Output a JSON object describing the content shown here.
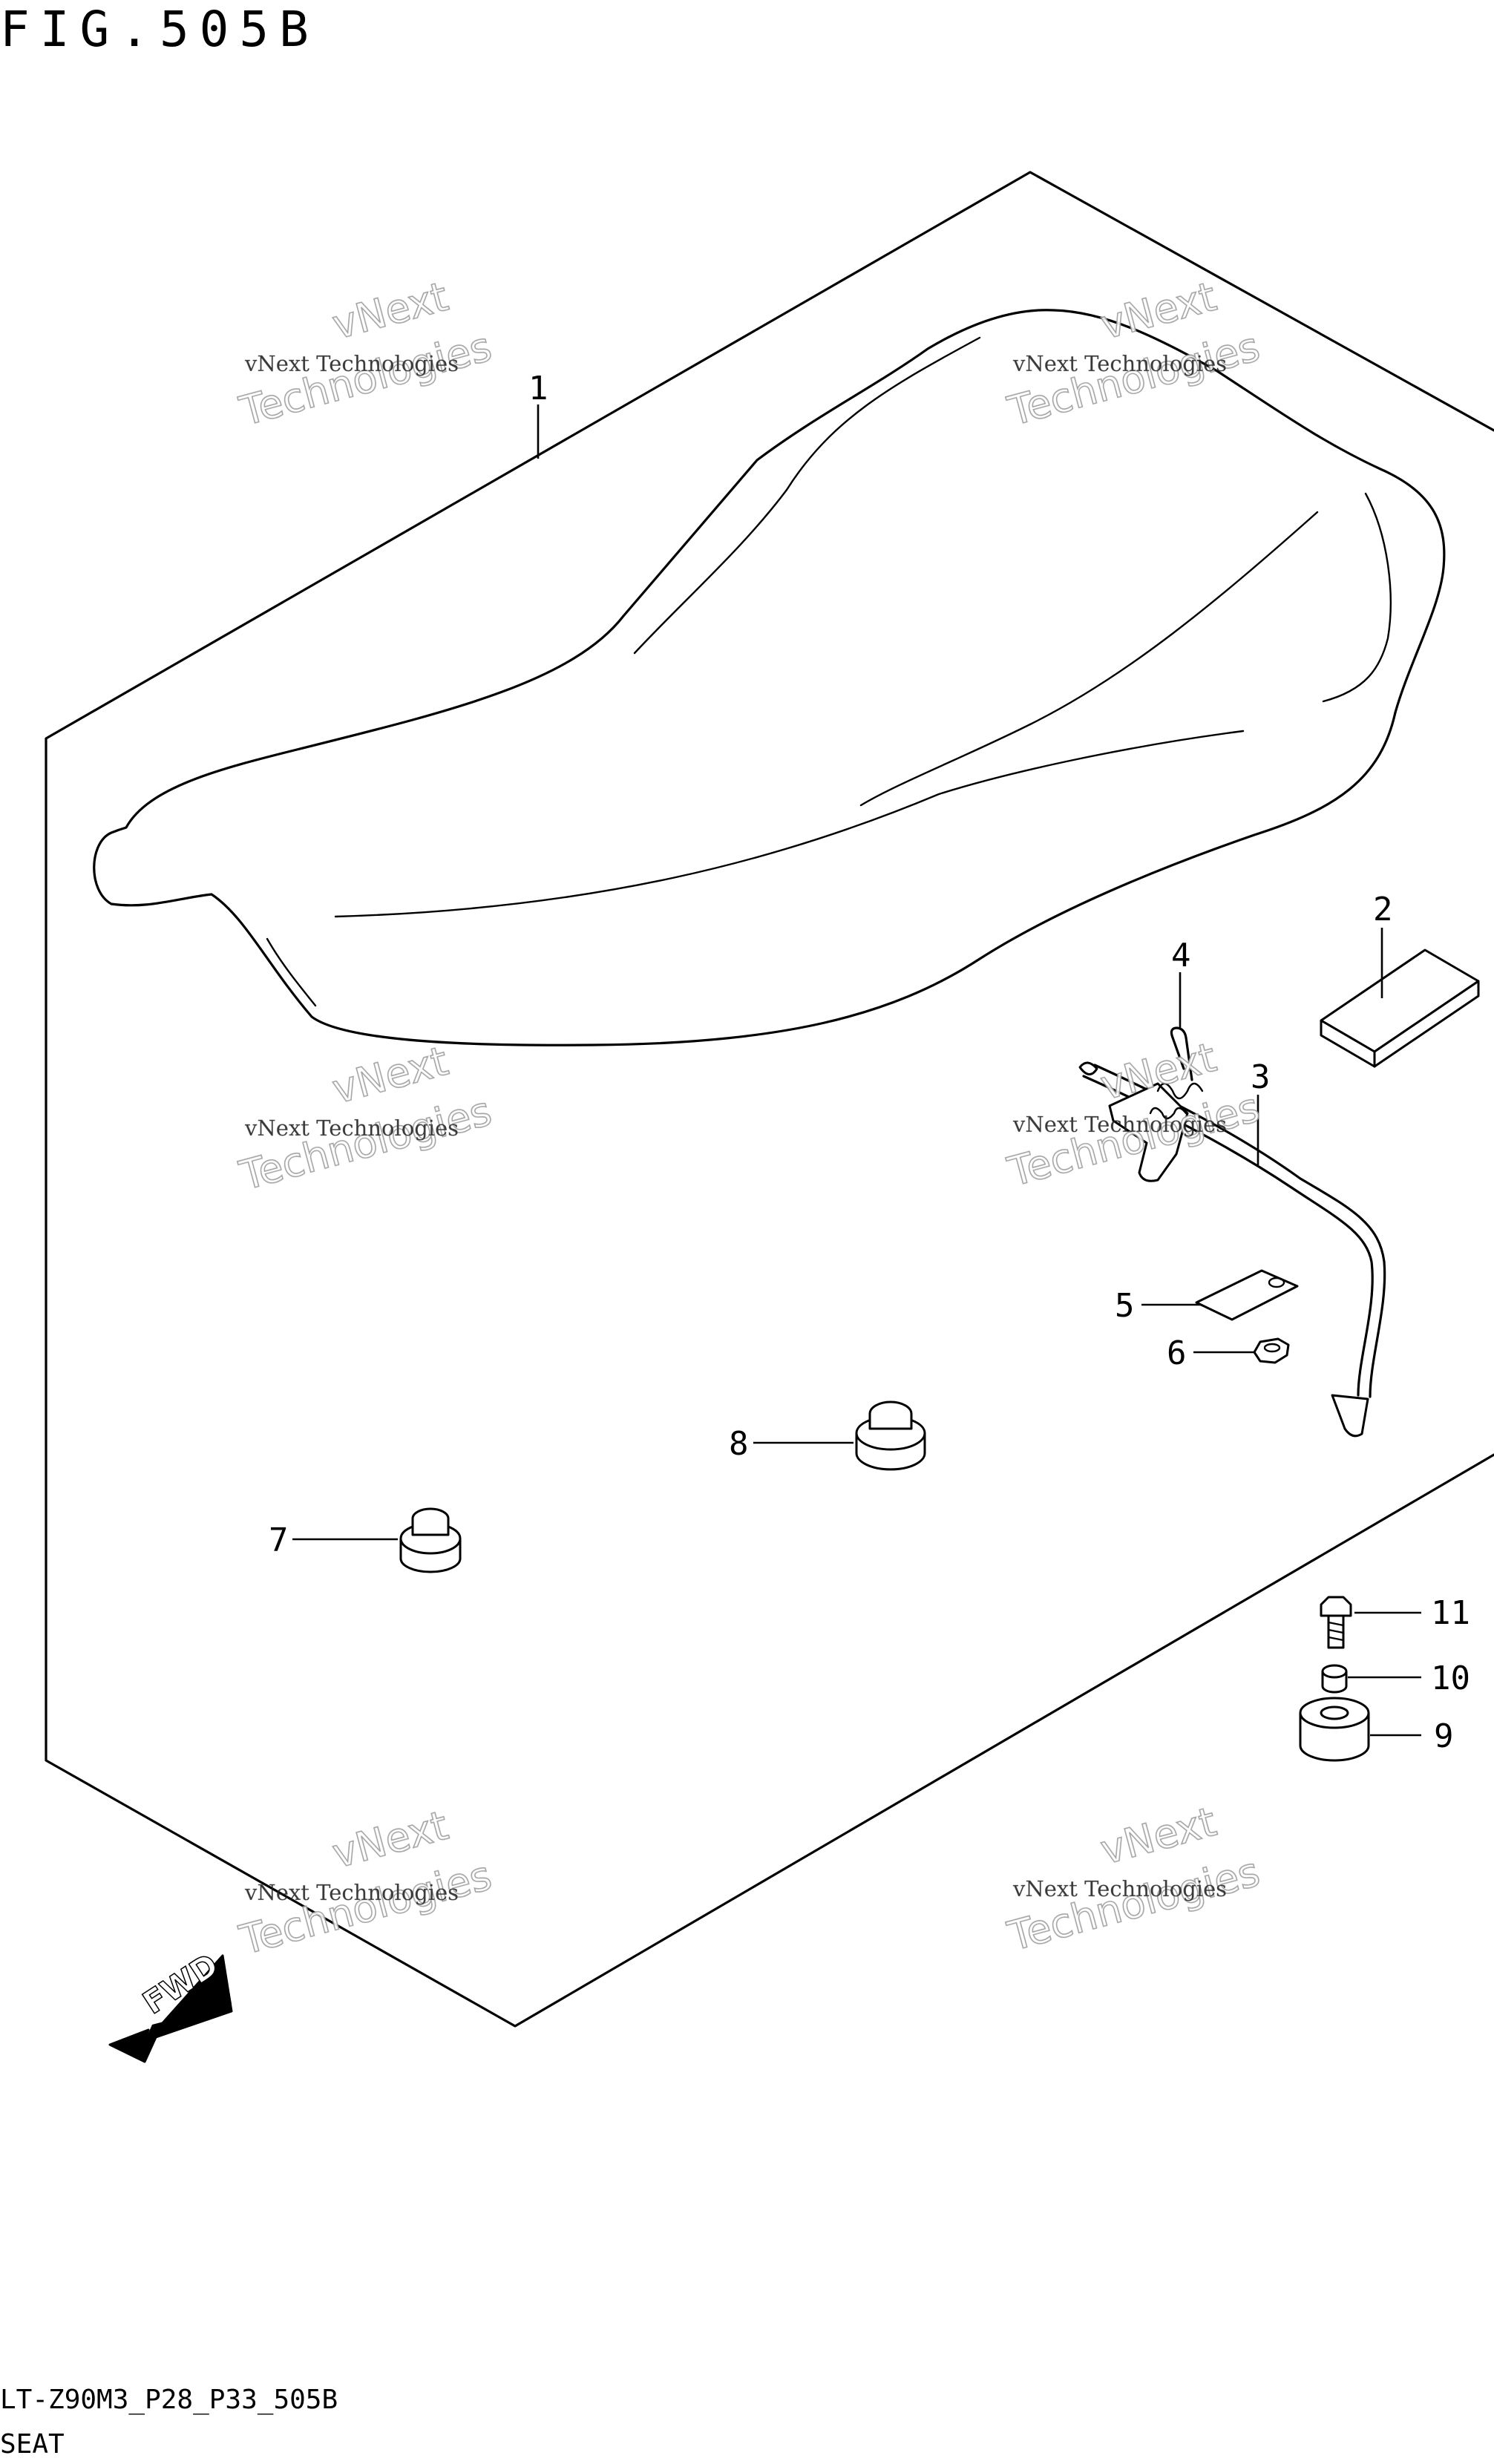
{
  "figure": {
    "title": "FIG.505B",
    "model_code": "LT-Z90M3_P28_P33_505B",
    "section_name": "SEAT"
  },
  "callouts": [
    "1",
    "2",
    "3",
    "4",
    "5",
    "6",
    "7",
    "8",
    "9",
    "10",
    "11"
  ],
  "watermark": {
    "line1": "vNext Technologies",
    "line2": "vNext",
    "line3": "Technologies"
  },
  "direction_indicator": {
    "label": "FWD"
  }
}
